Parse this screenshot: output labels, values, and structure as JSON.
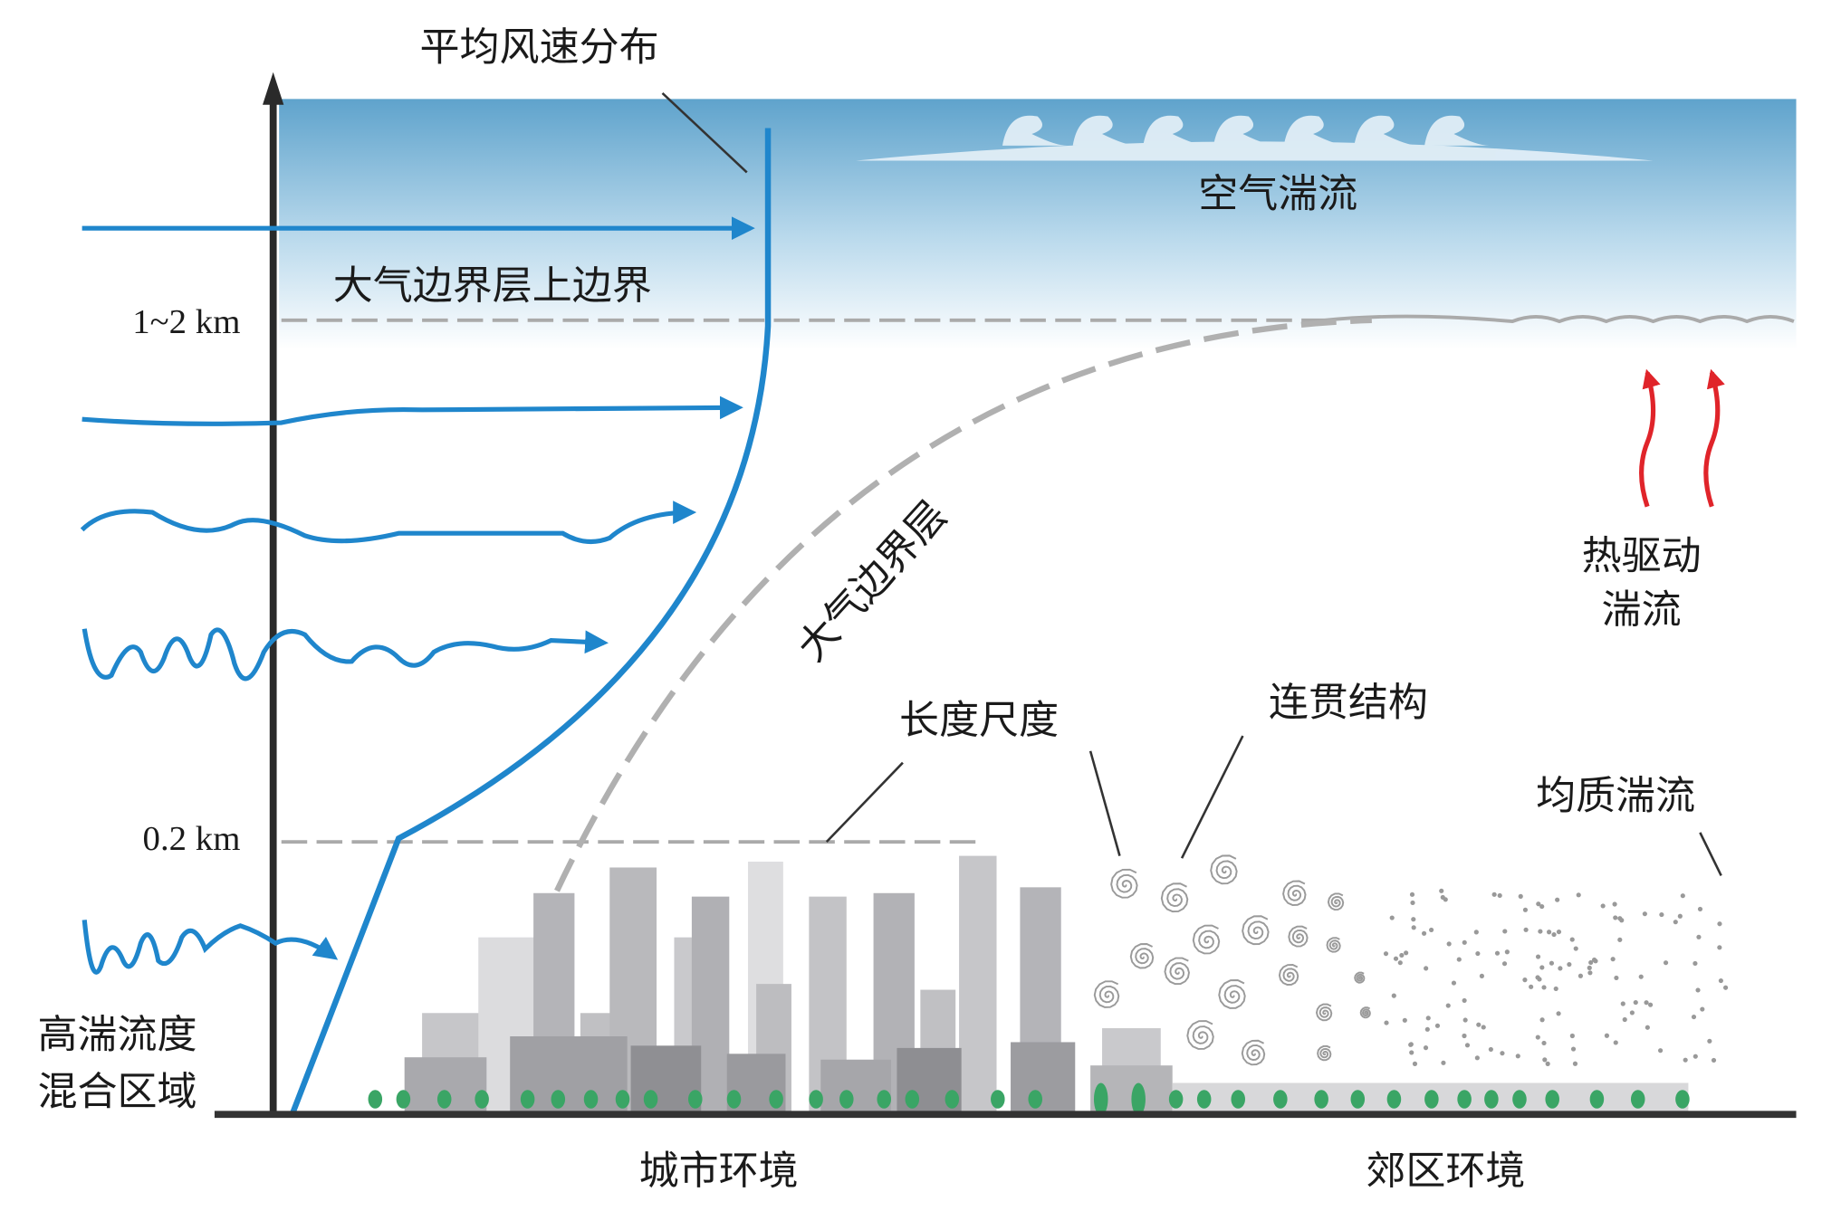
{
  "labels": {
    "mean_wind_profile": "平均风速分布",
    "air_turbulence": "空气湍流",
    "abl_top": "大气边界层上边界",
    "height_high": "1~2 km",
    "height_low": "0.2 km",
    "abl": "大气边界层",
    "length_scale": "长度尺度",
    "coherent_structure": "连贯结构",
    "homogeneous_turbulence": "均质湍流",
    "thermal_line1": "热驱动",
    "thermal_line2": "湍流",
    "mixing_line1": "高湍流度",
    "mixing_line2": "混合区域",
    "urban": "城市环境",
    "suburban": "郊区环境"
  },
  "colors": {
    "wind_blue": "#1f86cc",
    "sky_top": "#5fa3cc",
    "axis": "#2a2a2a",
    "dash_gray": "#b0b0b0",
    "building_gray": "#a9a9ad",
    "tree_green": "#3aa565",
    "thermal_red": "#e0242a"
  }
}
